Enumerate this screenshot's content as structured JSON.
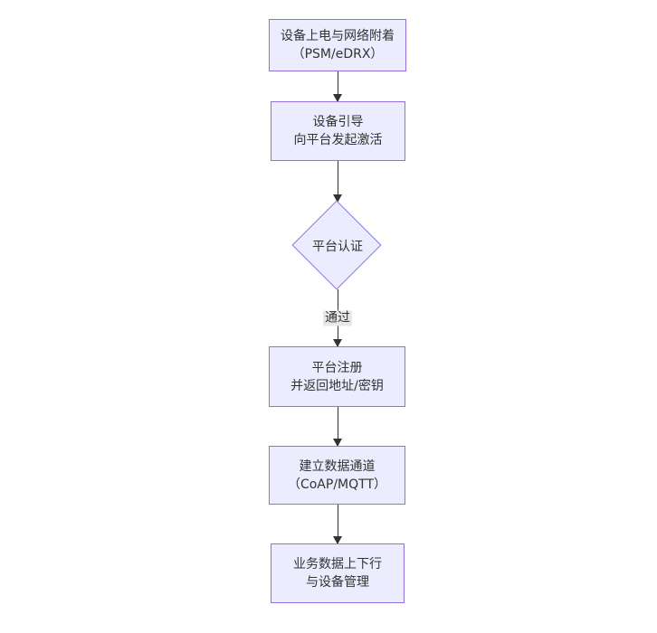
{
  "diagram": {
    "type": "flowchart",
    "direction": "top-down",
    "background": "#FFFFFF",
    "colors": {
      "node_fill": "#ECECFF",
      "node_border": "#9370DB",
      "edge_color": "#333333",
      "edge_label_bg": "#E8E8E8",
      "text_color": "#333333"
    },
    "nodes": [
      {
        "id": "A",
        "shape": "rect",
        "lines": [
          "设备上电与网络附着",
          "（PSM/eDRX）"
        ]
      },
      {
        "id": "B",
        "shape": "rect",
        "lines": [
          "设备引导",
          "向平台发起激活"
        ]
      },
      {
        "id": "C",
        "shape": "diamond",
        "lines": [
          "平台认证"
        ]
      },
      {
        "id": "D",
        "shape": "rect",
        "lines": [
          "平台注册",
          "并返回地址/密钥"
        ]
      },
      {
        "id": "E",
        "shape": "rect",
        "lines": [
          "建立数据通道",
          "（CoAP/MQTT）"
        ]
      },
      {
        "id": "F",
        "shape": "rect",
        "lines": [
          "业务数据上下行",
          "与设备管理"
        ]
      }
    ],
    "edges": [
      {
        "from": "A",
        "to": "B",
        "label": ""
      },
      {
        "from": "B",
        "to": "C",
        "label": ""
      },
      {
        "from": "C",
        "to": "D",
        "label": "通过"
      },
      {
        "from": "D",
        "to": "E",
        "label": ""
      },
      {
        "from": "E",
        "to": "F",
        "label": ""
      }
    ]
  }
}
